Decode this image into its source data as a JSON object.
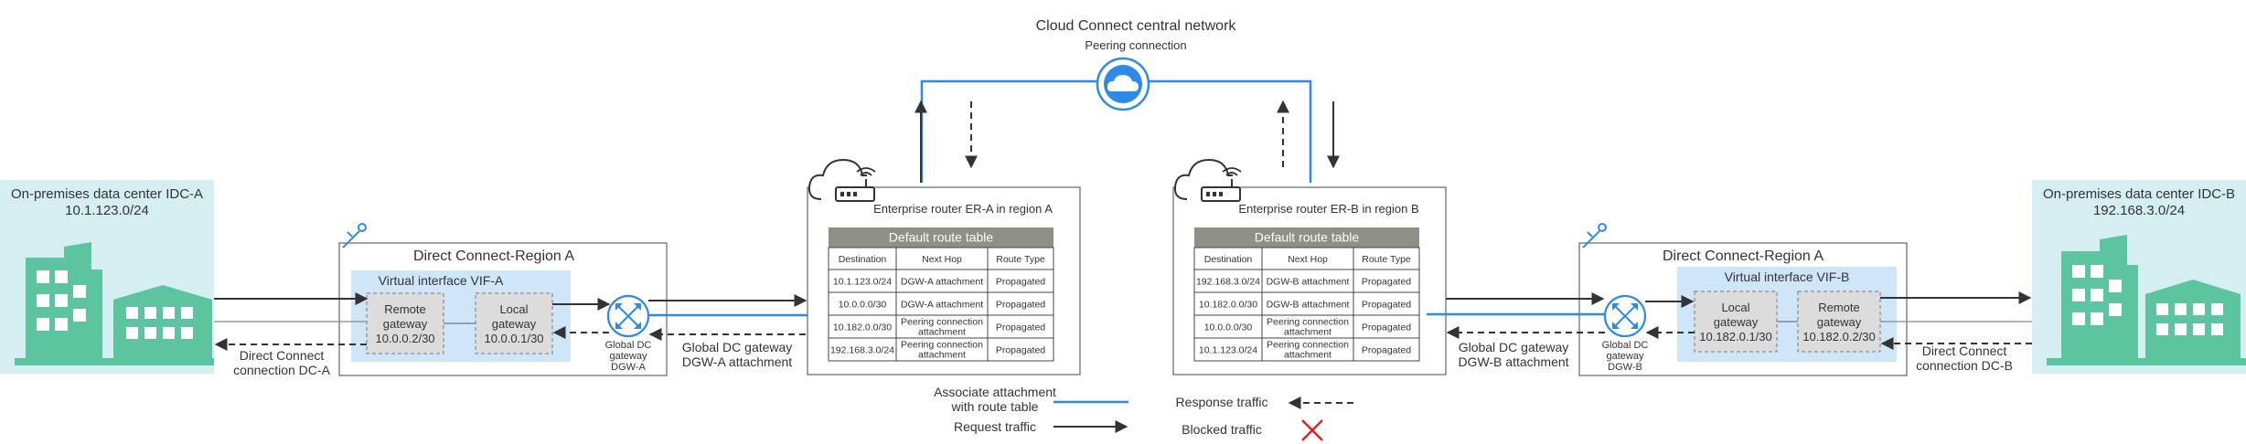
{
  "central": {
    "title": "Cloud Connect central network",
    "peering": "Peering connection"
  },
  "idc_a": {
    "name": "On-premises data center IDC-A",
    "cidr": "10.1.123.0/24"
  },
  "idc_b": {
    "name": "On-premises data center IDC-B",
    "cidr": "192.168.3.0/24"
  },
  "dc_a": {
    "region": "Direct Connect-Region A",
    "vif": "Virtual interface VIF-A",
    "remote": [
      "Remote",
      "gateway",
      "10.0.0.2/30"
    ],
    "local": [
      "Local",
      "gateway",
      "10.0.0.1/30"
    ],
    "dgw": [
      "Global DC",
      "gateway",
      "DGW-A"
    ],
    "connection": [
      "Direct Connect",
      "connection DC-A"
    ],
    "attachment": [
      "Global DC gateway",
      "DGW-A attachment"
    ]
  },
  "dc_b": {
    "region": "Direct Connect-Region A",
    "vif": "Virtual interface VIF-B",
    "local": [
      "Local",
      "gateway",
      "10.182.0.1/30"
    ],
    "remote": [
      "Remote",
      "gateway",
      "10.182.0.2/30"
    ],
    "dgw": [
      "Global DC",
      "gateway",
      "DGW-B"
    ],
    "connection": [
      "Direct Connect",
      "connection DC-B"
    ],
    "attachment": [
      "Global DC gateway",
      "DGW-B attachment"
    ]
  },
  "er_a": {
    "name": "Enterprise router ER-A in region A",
    "table_title": "Default route table",
    "headers": [
      "Destination",
      "Next Hop",
      "Route Type"
    ],
    "rows": [
      [
        "10.1.123.0/24",
        [
          "DGW-A attachment"
        ],
        "Propagated"
      ],
      [
        "10.0.0.0/30",
        [
          "DGW-A attachment"
        ],
        "Propagated"
      ],
      [
        "10.182.0.0/30",
        [
          "Peering connection",
          "attachment"
        ],
        "Propagated"
      ],
      [
        "192.168.3.0/24",
        [
          "Peering connection",
          "attachment"
        ],
        "Propagated"
      ]
    ]
  },
  "er_b": {
    "name": "Enterprise router ER-B in region B",
    "table_title": "Default route table",
    "headers": [
      "Destination",
      "Next Hop",
      "Route Type"
    ],
    "rows": [
      [
        "192.168.3.0/24",
        [
          "DGW-B attachment"
        ],
        "Propagated"
      ],
      [
        "10.182.0.0/30",
        [
          "DGW-B attachment"
        ],
        "Propagated"
      ],
      [
        "10.0.0.0/30",
        [
          "Peering connection",
          "attachment"
        ],
        "Propagated"
      ],
      [
        "10.1.123.0/24",
        [
          "Peering connection",
          "attachment"
        ],
        "Propagated"
      ]
    ]
  },
  "legend": {
    "associate": [
      "Associate attachment",
      "with route table"
    ],
    "request": "Request traffic",
    "response": "Response traffic",
    "blocked": "Blocked traffic"
  },
  "colors": {
    "idc_bg": "#d4eef2",
    "building": "#5cc5a0",
    "blue": "#2e8ae6",
    "vif_bg": "#cfe5f8",
    "gateway_bg": "#dcdcdc",
    "table_header": "#8f8f85",
    "blocked": "#e02020"
  }
}
